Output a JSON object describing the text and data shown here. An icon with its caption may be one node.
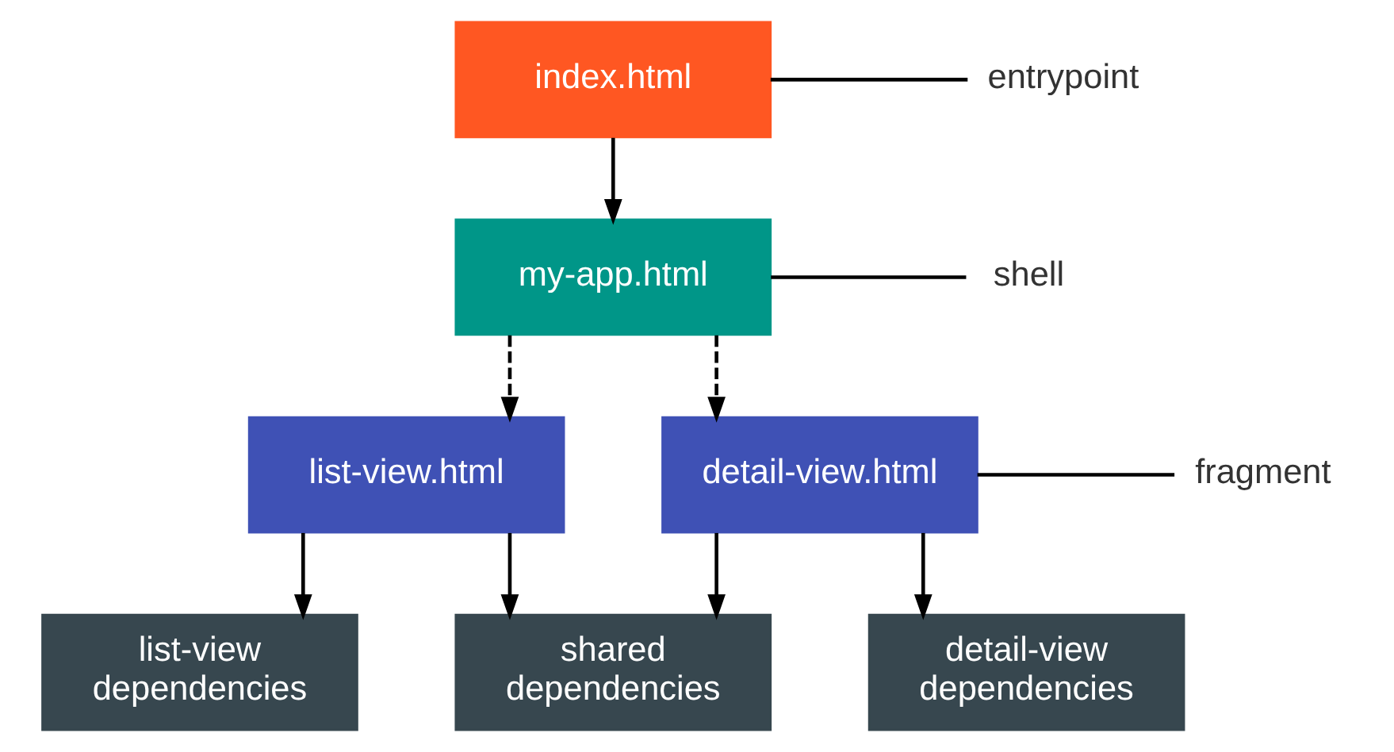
{
  "diagram": {
    "nodes": [
      {
        "text": [
          "index.html"
        ]
      },
      {
        "text": [
          "my-app.html"
        ]
      },
      {
        "text": [
          "list-view.html"
        ]
      },
      {
        "text": [
          "detail-view.html"
        ]
      },
      {
        "text": [
          "list-view dependencies"
        ]
      },
      {
        "text": [
          "shared dependencies"
        ]
      },
      {
        "text": [
          "detail-view dependencies"
        ]
      },
      {
        "text": [
          "entrypoint"
        ]
      },
      {
        "text": [
          "shell"
        ]
      },
      {
        "text": [
          "fragment"
        ]
      }
    ],
    "edges": [
      {
        "from": 0,
        "to": 1,
        "arrow": "to"
      },
      {
        "from": 1,
        "to": 2,
        "arrow": "to",
        "style": "dashed"
      },
      {
        "from": 1,
        "to": 3,
        "arrow": "to",
        "style": "dashed"
      },
      {
        "from": 2,
        "to": 4,
        "arrow": "to"
      },
      {
        "from": 2,
        "to": 5,
        "arrow": "to"
      },
      {
        "from": 3,
        "to": 5,
        "arrow": "to"
      },
      {
        "from": 3,
        "to": 6,
        "arrow": "to"
      },
      {
        "from": 7,
        "to": 0,
        "arrow": "none"
      },
      {
        "from": 8,
        "to": 1,
        "arrow": "none"
      },
      {
        "from": 9,
        "to": 3,
        "arrow": "none"
      }
    ]
  }
}
